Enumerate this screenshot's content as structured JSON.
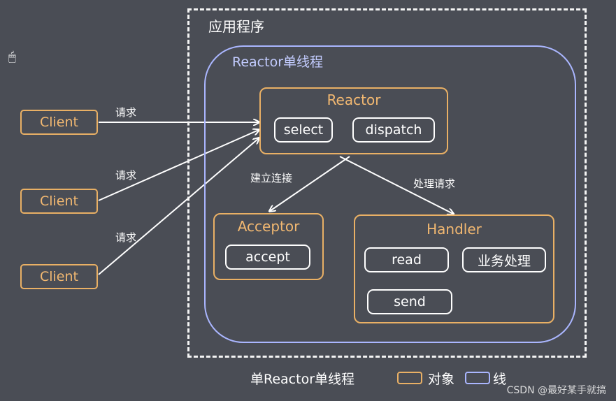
{
  "app_label": "应用程序",
  "thread_label": "Reactor单线程",
  "reactor": {
    "title": "Reactor",
    "methods": [
      "select",
      "dispatch"
    ]
  },
  "acceptor": {
    "title": "Acceptor",
    "method": "accept"
  },
  "handler": {
    "title": "Handler",
    "methods": [
      "read",
      "业务处理",
      "send"
    ]
  },
  "clients": [
    "Client",
    "Client",
    "Client"
  ],
  "edges": {
    "request": "请求",
    "establish": "建立连接",
    "process": "处理请求"
  },
  "caption": "单Reactor单线程",
  "legend": {
    "object": "对象",
    "thread": "线"
  },
  "watermark": "CSDN @最好某手就搞",
  "colors": {
    "object": "#e9b065",
    "thread": "#aab6ff",
    "background": "#4a4d55"
  }
}
